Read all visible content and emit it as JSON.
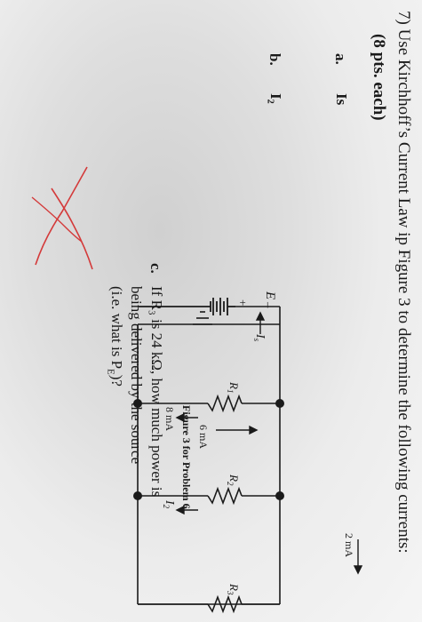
{
  "question": {
    "title": "7) Use Kirchhoff’s Current Law ip Figure 3 to determine the following currents:",
    "points": "(8 pts. each)",
    "parts": [
      {
        "letter": "a.",
        "text": "Is"
      },
      {
        "letter": "b.",
        "text": "I₂"
      },
      {
        "letter": "c.",
        "lines": [
          "If R₃ is 24 kΩ, how much power is",
          "being delivered by the source",
          "(i.e. what is P",
          "E",
          ")?"
        ]
      }
    ]
  },
  "figure": {
    "caption": "Figure 3  for Problem 6",
    "source": {
      "label": "E",
      "plus": "+",
      "minus": "–"
    },
    "source_current": {
      "symbol": "I",
      "subscript": "s"
    },
    "resistors": [
      {
        "name": "R",
        "sub": "1"
      },
      {
        "name": "R",
        "sub": "2"
      },
      {
        "name": "R",
        "sub": "3"
      }
    ],
    "currents": [
      {
        "label": "8 mA"
      },
      {
        "label": "6 mA"
      },
      {
        "label": "2 mA"
      },
      {
        "symbol": "I",
        "subscript": "2"
      }
    ]
  },
  "annotation": {
    "mark": "red X",
    "color": "#d43a3a"
  }
}
